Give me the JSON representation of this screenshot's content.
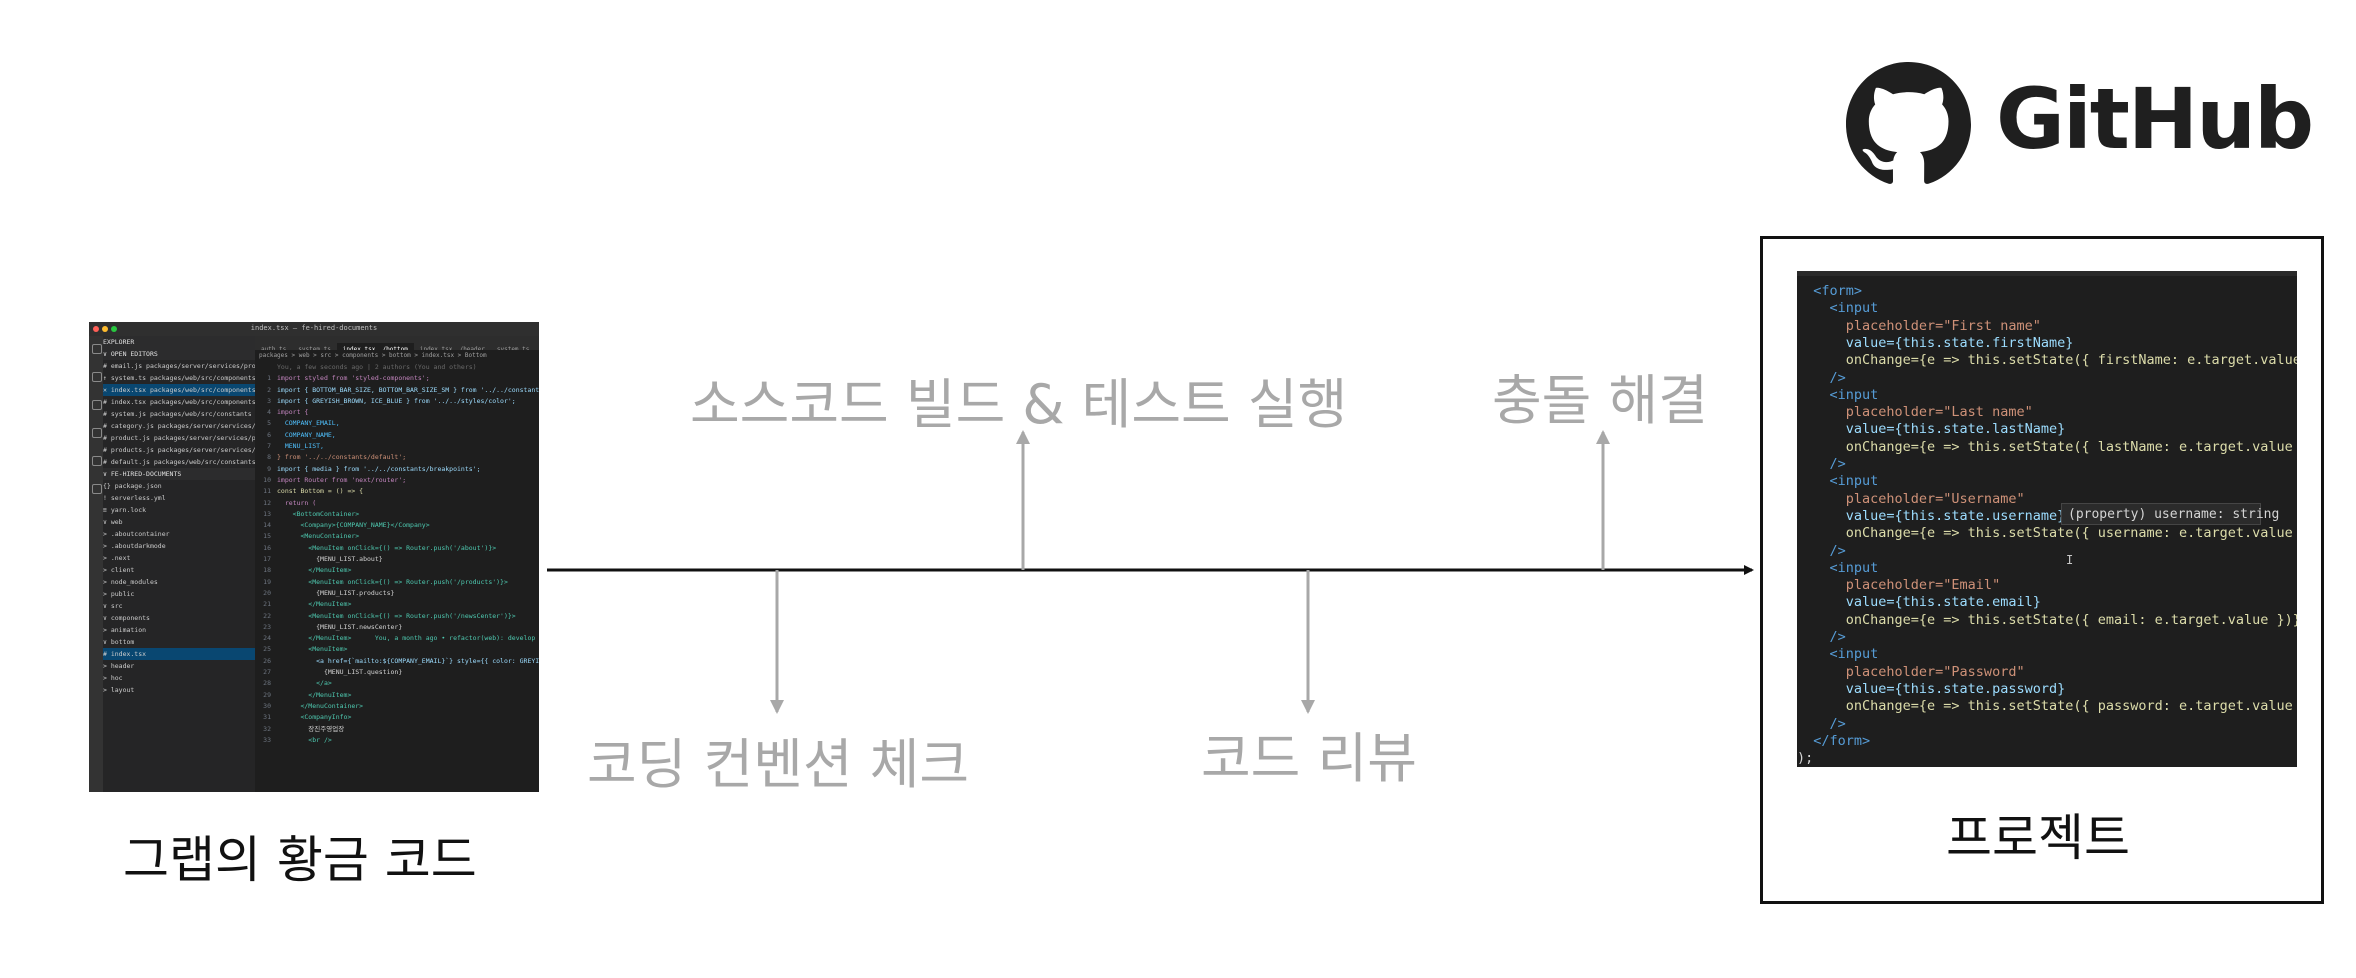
{
  "github": {
    "wordmark": "GitHub",
    "icon": "github-octocat-icon"
  },
  "timeline": {
    "steps_above": [
      {
        "label": "소스코드 빌드 & 테스트 실행"
      },
      {
        "label": "충돌 해결"
      }
    ],
    "steps_below": [
      {
        "label": "코딩 컨벤션 체크"
      },
      {
        "label": "코드 리뷰"
      }
    ]
  },
  "left": {
    "caption": "그랩의 황금 코드",
    "editor": {
      "window_title": "index.tsx — fe-hired-documents",
      "explorer_title": "EXPLORER",
      "tabs": [
        "auth.ts",
        "system.ts",
        "index.tsx …/bottom",
        "index.tsx …/header",
        "system.ts …"
      ],
      "breadcrumb": "packages > web > src > components > bottom > index.tsx > Bottom",
      "sidebar_rows": [
        {
          "text": "∨ OPEN EDITORS",
          "kind": "hdr"
        },
        {
          "text": "  # email.js  packages/server/services/products",
          "kind": ""
        },
        {
          "text": "  ↑ system.ts  packages/web/src/components",
          "kind": ""
        },
        {
          "text": "  ✕ index.tsx  packages/web/src/components/b...",
          "kind": "sel"
        },
        {
          "text": "  # index.tsx  packages/web/src/components/h...",
          "kind": ""
        },
        {
          "text": "  # system.js  packages/web/src/constants",
          "kind": ""
        },
        {
          "text": "  # category.js  packages/server/services/products",
          "kind": ""
        },
        {
          "text": "  # product.js  packages/server/services/products",
          "kind": ""
        },
        {
          "text": "  # products.js  packages/server/services/products",
          "kind": ""
        },
        {
          "text": "  # default.js  packages/web/src/constants",
          "kind": ""
        },
        {
          "text": "∨ FE-HIRED-DOCUMENTS",
          "kind": "hdr"
        },
        {
          "text": "    {} package.json",
          "kind": ""
        },
        {
          "text": "    ! serverless.yml",
          "kind": ""
        },
        {
          "text": "    ≡ yarn.lock",
          "kind": ""
        },
        {
          "text": "  ∨ web",
          "kind": ""
        },
        {
          "text": "    > .aboutcontainer",
          "kind": ""
        },
        {
          "text": "    > .aboutdarkmode",
          "kind": ""
        },
        {
          "text": "    > .next",
          "kind": ""
        },
        {
          "text": "    > client",
          "kind": ""
        },
        {
          "text": "    > node_modules",
          "kind": ""
        },
        {
          "text": "    > public",
          "kind": ""
        },
        {
          "text": "    ∨ src",
          "kind": ""
        },
        {
          "text": "      ∨ components",
          "kind": ""
        },
        {
          "text": "        > animation",
          "kind": ""
        },
        {
          "text": "        ∨ bottom",
          "kind": ""
        },
        {
          "text": "          # index.tsx",
          "kind": "sel"
        },
        {
          "text": "        > header",
          "kind": ""
        },
        {
          "text": "        > hoc",
          "kind": ""
        },
        {
          "text": "        > layout",
          "kind": ""
        }
      ],
      "code_lines": [
        {
          "n": "",
          "t": "You, a few seconds ago | 2 authors (You and others)",
          "c": "#6a6a6a"
        },
        {
          "n": "1",
          "t": "import styled from 'styled-components';",
          "c": "#c586c0"
        },
        {
          "n": "2",
          "t": "import { BOTTOM_BAR_SIZE, BOTTOM_BAR_SIZE_SM } from '../../constants/size';",
          "c": "#9cdcfe"
        },
        {
          "n": "3",
          "t": "import { GREYISH_BROWN, ICE_BLUE } from '../../styles/color';",
          "c": "#9cdcfe"
        },
        {
          "n": "4",
          "t": "import {",
          "c": "#c586c0"
        },
        {
          "n": "5",
          "t": "  COMPANY_EMAIL,",
          "c": "#4fc1ff"
        },
        {
          "n": "6",
          "t": "  COMPANY_NAME,",
          "c": "#4fc1ff"
        },
        {
          "n": "7",
          "t": "  MENU_LIST,",
          "c": "#4fc1ff"
        },
        {
          "n": "8",
          "t": "} from '../../constants/default';",
          "c": "#ce9178"
        },
        {
          "n": "9",
          "t": "import { media } from '../../constants/breakpoints';",
          "c": "#9cdcfe"
        },
        {
          "n": "10",
          "t": "import Router from 'next/router';",
          "c": "#c586c0"
        },
        {
          "n": "11",
          "t": "const Bottom = () => {",
          "c": "#dcdcaa"
        },
        {
          "n": "12",
          "t": "  return (",
          "c": "#c586c0"
        },
        {
          "n": "13",
          "t": "    <BottomContainer>",
          "c": "#4ec9b0"
        },
        {
          "n": "14",
          "t": "      <Company>{COMPANY_NAME}</Company>",
          "c": "#4ec9b0"
        },
        {
          "n": "15",
          "t": "      <MenuContainer>",
          "c": "#4ec9b0"
        },
        {
          "n": "16",
          "t": "        <MenuItem onClick={() => Router.push('/about')}>",
          "c": "#4ec9b0"
        },
        {
          "n": "17",
          "t": "          {MENU_LIST.about}",
          "c": "#d4d4d4"
        },
        {
          "n": "18",
          "t": "        </MenuItem>",
          "c": "#4ec9b0"
        },
        {
          "n": "19",
          "t": "        <MenuItem onClick={() => Router.push('/products')}>",
          "c": "#4ec9b0"
        },
        {
          "n": "20",
          "t": "          {MENU_LIST.products}",
          "c": "#d4d4d4"
        },
        {
          "n": "21",
          "t": "        </MenuItem>",
          "c": "#4ec9b0"
        },
        {
          "n": "22",
          "t": "        <MenuItem onClick={() => Router.push('/newsCenter')}>",
          "c": "#4ec9b0"
        },
        {
          "n": "23",
          "t": "          {MENU_LIST.newsCenter}",
          "c": "#d4d4d4"
        },
        {
          "n": "24",
          "t": "        </MenuItem>      You, a month ago • refactor(web): develop mainPage and sideme",
          "c": "#4ec9b0"
        },
        {
          "n": "25",
          "t": "        <MenuItem>",
          "c": "#4ec9b0"
        },
        {
          "n": "26",
          "t": "          <a href={`mailto:${COMPANY_EMAIL}`} style={{ color: GREYISH_BROWN }}>",
          "c": "#9cdcfe"
        },
        {
          "n": "27",
          "t": "            {MENU_LIST.question}",
          "c": "#d4d4d4"
        },
        {
          "n": "28",
          "t": "          </a>",
          "c": "#4ec9b0"
        },
        {
          "n": "29",
          "t": "        </MenuItem>",
          "c": "#4ec9b0"
        },
        {
          "n": "30",
          "t": "      </MenuContainer>",
          "c": "#4ec9b0"
        },
        {
          "n": "31",
          "t": "      <CompanyInfo>",
          "c": "#4ec9b0"
        },
        {
          "n": "32",
          "t": "        장진주영업장",
          "c": "#d4d4d4"
        },
        {
          "n": "33",
          "t": "        <br />",
          "c": "#4ec9b0"
        }
      ]
    }
  },
  "right": {
    "caption": "프로젝트",
    "tooltip": "(property) username: string",
    "cursor": "I",
    "code_lines": [
      {
        "t": "  <form>",
        "c": "#569cd6"
      },
      {
        "t": "    <input",
        "c": "#569cd6"
      },
      {
        "t": "      placeholder=\"First name\"",
        "c": "#ce9178"
      },
      {
        "t": "      value={this.state.firstName}",
        "c": "#9cdcfe"
      },
      {
        "t": "      onChange={e => this.setState({ firstName: e.target.value })}",
        "c": "#dcdcaa"
      },
      {
        "t": "    />",
        "c": "#569cd6"
      },
      {
        "t": "    <input",
        "c": "#569cd6"
      },
      {
        "t": "      placeholder=\"Last name\"",
        "c": "#ce9178"
      },
      {
        "t": "      value={this.state.lastName}",
        "c": "#9cdcfe"
      },
      {
        "t": "      onChange={e => this.setState({ lastName: e.target.value })}",
        "c": "#dcdcaa"
      },
      {
        "t": "    />",
        "c": "#569cd6"
      },
      {
        "t": "    <input",
        "c": "#569cd6"
      },
      {
        "t": "      placeholder=\"Username\"",
        "c": "#ce9178"
      },
      {
        "t": "      value={this.state.username}",
        "c": "#9cdcfe"
      },
      {
        "t": "      onChange={e => this.setState({ username: e.target.value })}",
        "c": "#dcdcaa"
      },
      {
        "t": "    />",
        "c": "#569cd6"
      },
      {
        "t": "    <input",
        "c": "#569cd6"
      },
      {
        "t": "      placeholder=\"Email\"",
        "c": "#ce9178"
      },
      {
        "t": "      value={this.state.email}",
        "c": "#9cdcfe"
      },
      {
        "t": "      onChange={e => this.setState({ email: e.target.value })}",
        "c": "#dcdcaa"
      },
      {
        "t": "    />",
        "c": "#569cd6"
      },
      {
        "t": "    <input",
        "c": "#569cd6"
      },
      {
        "t": "      placeholder=\"Password\"",
        "c": "#ce9178"
      },
      {
        "t": "      value={this.state.password}",
        "c": "#9cdcfe"
      },
      {
        "t": "      onChange={e => this.setState({ password: e.target.value })}",
        "c": "#dcdcaa"
      },
      {
        "t": "    />",
        "c": "#569cd6"
      },
      {
        "t": "  </form>",
        "c": "#569cd6"
      },
      {
        "t": ");",
        "c": "#d4d4d4"
      }
    ]
  },
  "colors": {
    "timeline_line": "#111111",
    "branch_arrow": "#a8a8a8",
    "step_text": "#a8a8a8",
    "caption_text": "#111111",
    "editor_bg": "#1e1e1e"
  }
}
